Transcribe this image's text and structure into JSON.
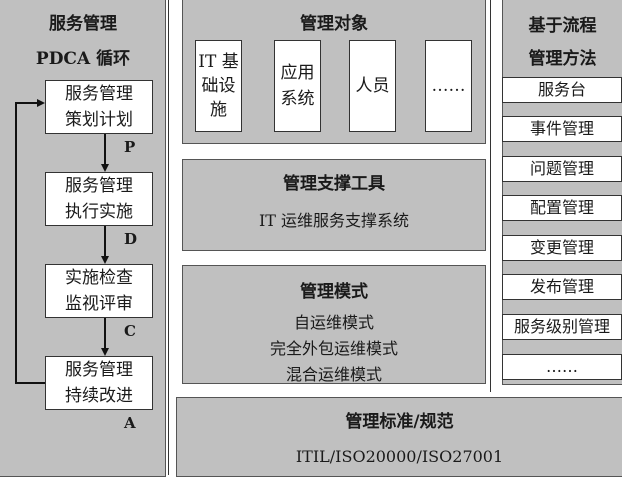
{
  "pdca": {
    "title": "服务管理",
    "subtitle": "PDCA 循环",
    "steps": [
      {
        "lines": [
          "服务管理",
          "策划计划"
        ]
      },
      {
        "lines": [
          "服务管理",
          "执行实施"
        ]
      },
      {
        "lines": [
          "实施检查",
          "监视评审"
        ]
      },
      {
        "lines": [
          "服务管理",
          "持续改进"
        ]
      }
    ],
    "letters": [
      "P",
      "D",
      "C",
      "A"
    ]
  },
  "objects": {
    "title": "管理对象",
    "items": [
      {
        "lines": [
          "IT 基",
          "础设",
          "施"
        ]
      },
      {
        "lines": [
          "应用",
          "系统"
        ]
      },
      {
        "lines": [
          "人员"
        ]
      },
      {
        "lines": [
          "……"
        ]
      }
    ]
  },
  "tools": {
    "title": "管理支撑工具",
    "text": "IT 运维服务支撑系统"
  },
  "modes": {
    "title": "管理模式",
    "items": [
      "自运维模式",
      "完全外包运维模式",
      "混合运维模式"
    ]
  },
  "standards": {
    "title": "管理标准/规范",
    "text": "ITIL/ISO20000/ISO27001"
  },
  "process": {
    "title_line1": "基于流程",
    "title_line2": "管理方法",
    "items": [
      "服务台",
      "事件管理",
      "问题管理",
      "配置管理",
      "变更管理",
      "发布管理",
      "服务级别管理",
      "……"
    ]
  }
}
